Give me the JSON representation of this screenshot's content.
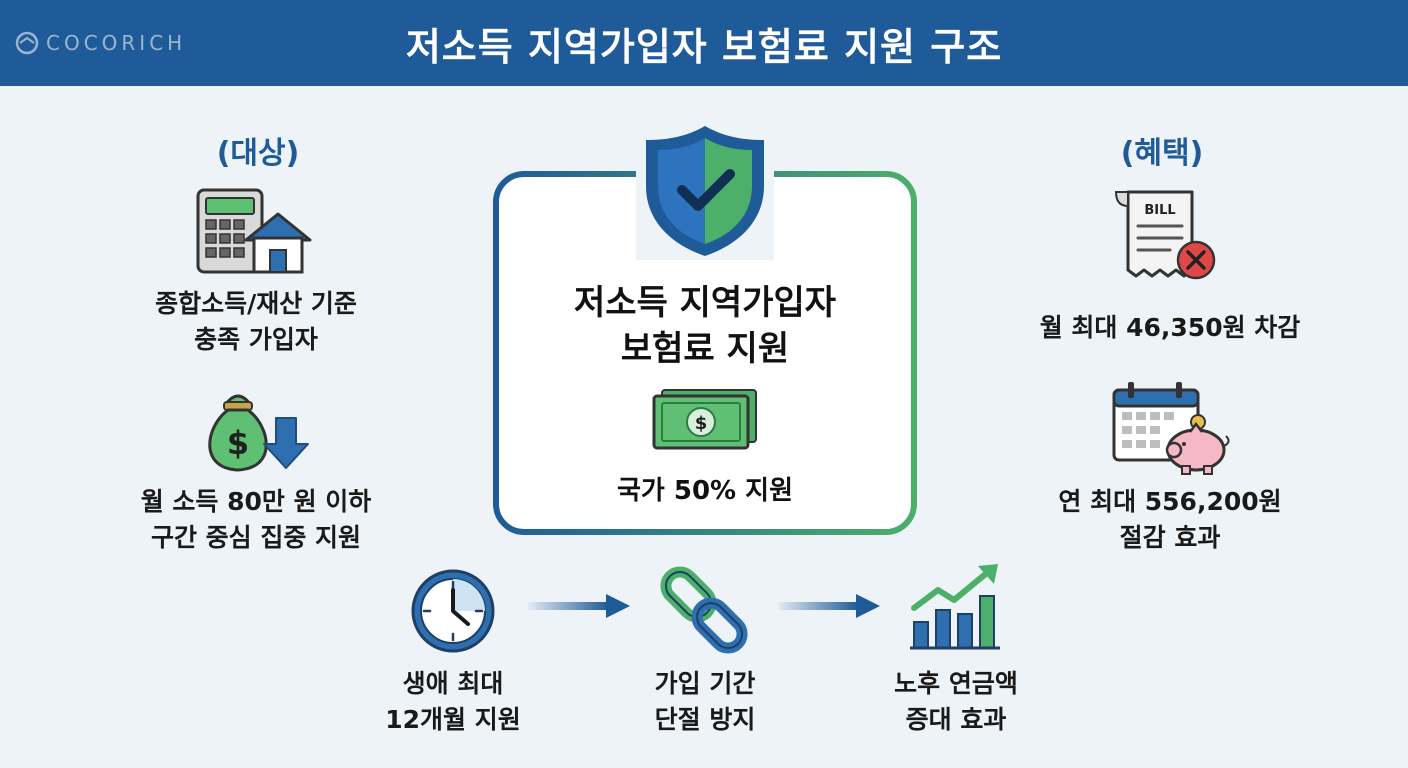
{
  "header": {
    "logo_text": "COCORICH",
    "title": "저소득 지역가입자 보험료 지원 구조"
  },
  "left": {
    "heading": "(대상)",
    "items": [
      {
        "icon": "calculator-house-icon",
        "line1": "종합소득/재산 기준",
        "line2": "충족 가입자"
      },
      {
        "icon": "money-bag-down-arrow-icon",
        "line1": "월 소득 80만 원 이하",
        "line2": "구간 중심 집중 지원"
      }
    ]
  },
  "center": {
    "title_line1": "저소득 지역가입자",
    "title_line2": "보험료 지원",
    "subtitle": "국가 50% 지원"
  },
  "right": {
    "heading": "(혜택)",
    "items": [
      {
        "icon": "bill-reduce-icon",
        "bill_label": "BILL",
        "line1": "월 최대 46,350원 차감"
      },
      {
        "icon": "calendar-piggy-bank-icon",
        "line1": "연 최대 556,200원",
        "line2": "절감 효과"
      }
    ]
  },
  "flow": {
    "steps": [
      {
        "icon": "clock-icon",
        "line1": "생애 최대",
        "line2": "12개월 지원"
      },
      {
        "icon": "chain-link-icon",
        "line1": "가입 기간",
        "line2": "단절 방지"
      },
      {
        "icon": "growth-chart-icon",
        "line1": "노후 연금액",
        "line2": "증대 효과"
      }
    ]
  },
  "colors": {
    "brand_blue": "#1f5b99",
    "accent_green": "#4caf6a",
    "background": "#eef3f8"
  }
}
